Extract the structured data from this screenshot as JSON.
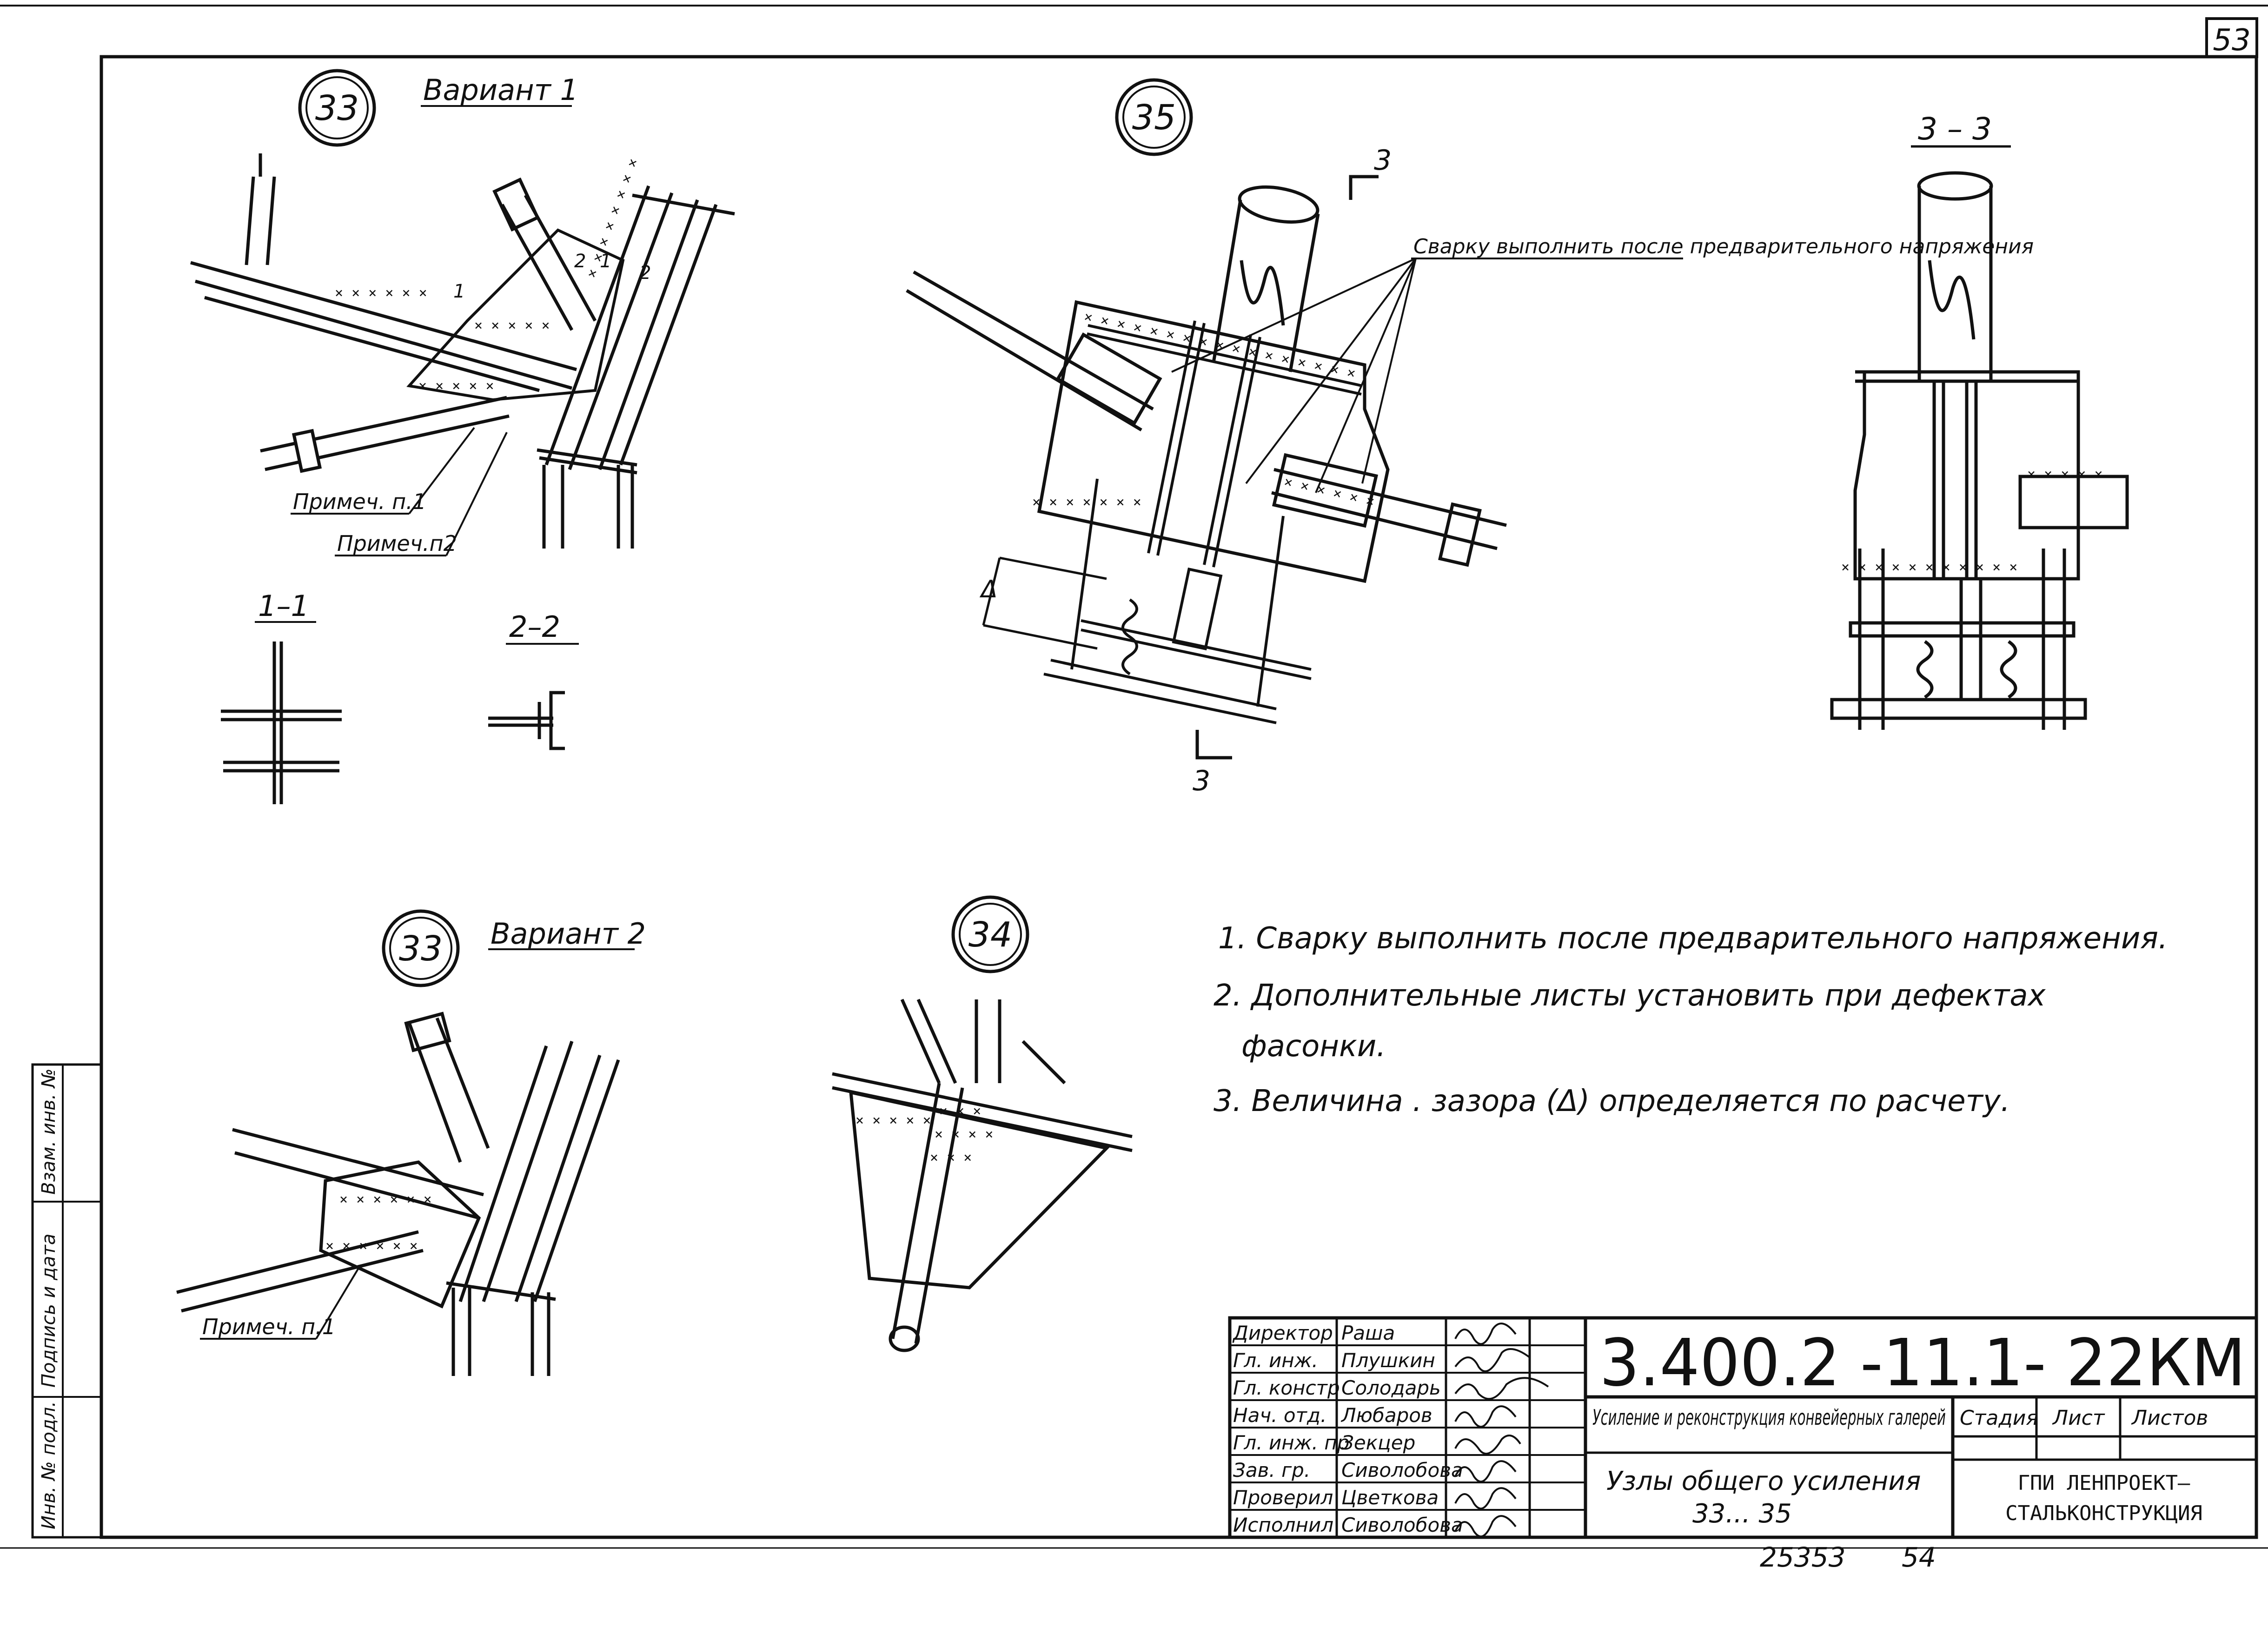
{
  "sheet": {
    "page_number": "53",
    "under_number": "25353",
    "under_sheet": "54"
  },
  "left_margin_stamp": {
    "labels": [
      "Инв. № подл.",
      "Подпись и дата",
      "Взам. инв. №"
    ]
  },
  "node33v1": {
    "mark": "33",
    "variant": "Вариант 1",
    "note1": "Примеч. п.1",
    "note2": "Примеч.п2",
    "tag1": "1",
    "tag2": "2",
    "tag1b": "1",
    "tag2b": "2"
  },
  "sections": {
    "s11": "1–1",
    "s22": "2–2",
    "s33": "3 – 3"
  },
  "node35": {
    "mark": "35",
    "weld_note": "Сварку выполнить после предварительного напряжения",
    "cut_top": "3",
    "cut_bottom": "3",
    "gap_symbol": "Δ"
  },
  "node33v2": {
    "mark": "33",
    "variant": "Вариант 2",
    "note1": "Примеч. п.1"
  },
  "node34": {
    "mark": "34"
  },
  "notes": {
    "line1": "1. Сварку выполнить после предварительного напряжения.",
    "line2": "2. Дополнительные листы установить при дефектах",
    "line2b": "фасонки.",
    "line3": "3. Величина . зазора (Δ) определяется по расчету."
  },
  "title_block": {
    "roles": [
      "Директор",
      "Гл. инж.",
      "Гл. констр",
      "Нач. отд.",
      "Гл. инж. пр",
      "Зав. гр.",
      "Проверил",
      "Исполнил"
    ],
    "names": [
      "Раша",
      "Плушкин",
      "Солодарь",
      "Любаров",
      "Зекцер",
      "Сиволобова",
      "Цветкова",
      "Сиволобова"
    ],
    "code": "3.400.2 -11.1- 22КМ",
    "project": "Усиление и реконструкция конвейерных галерей",
    "stage_label": "Стадия",
    "sheet_label": "Лист",
    "sheets_label": "Листов",
    "sheet_title_l1": "Узлы общего усиления",
    "sheet_title_l2": "33... 35",
    "org_l1": "ГПИ ЛЕНПРОЕКТ–",
    "org_l2": "СТАЛЬКОНСТРУКЦИЯ"
  }
}
